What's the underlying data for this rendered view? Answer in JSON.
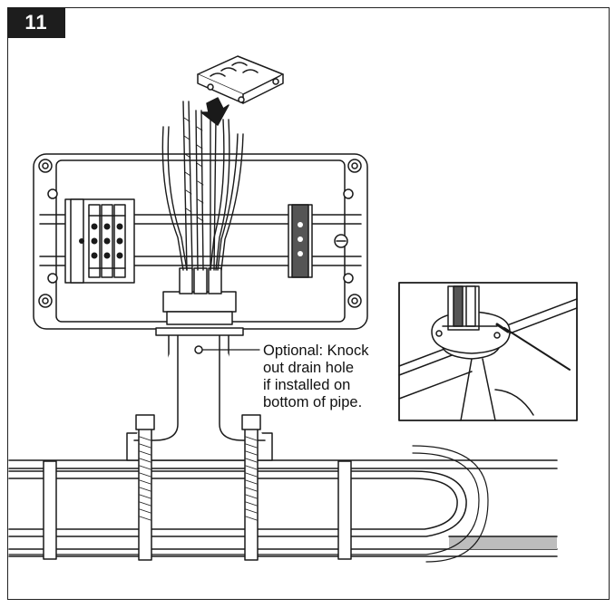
{
  "step": {
    "number": "11"
  },
  "annotation": {
    "lines": [
      "Optional: Knock",
      "out drain hole",
      "if installed on",
      "bottom of pipe."
    ]
  },
  "colors": {
    "stroke": "#1a1a1a",
    "badge": "#1d1d1d",
    "pipe_shade": "#bdbdbd",
    "paper": "#ffffff"
  },
  "icons": {
    "insert_arrow": "arrow-down-icon",
    "drain_marker": "circle-marker-icon"
  }
}
